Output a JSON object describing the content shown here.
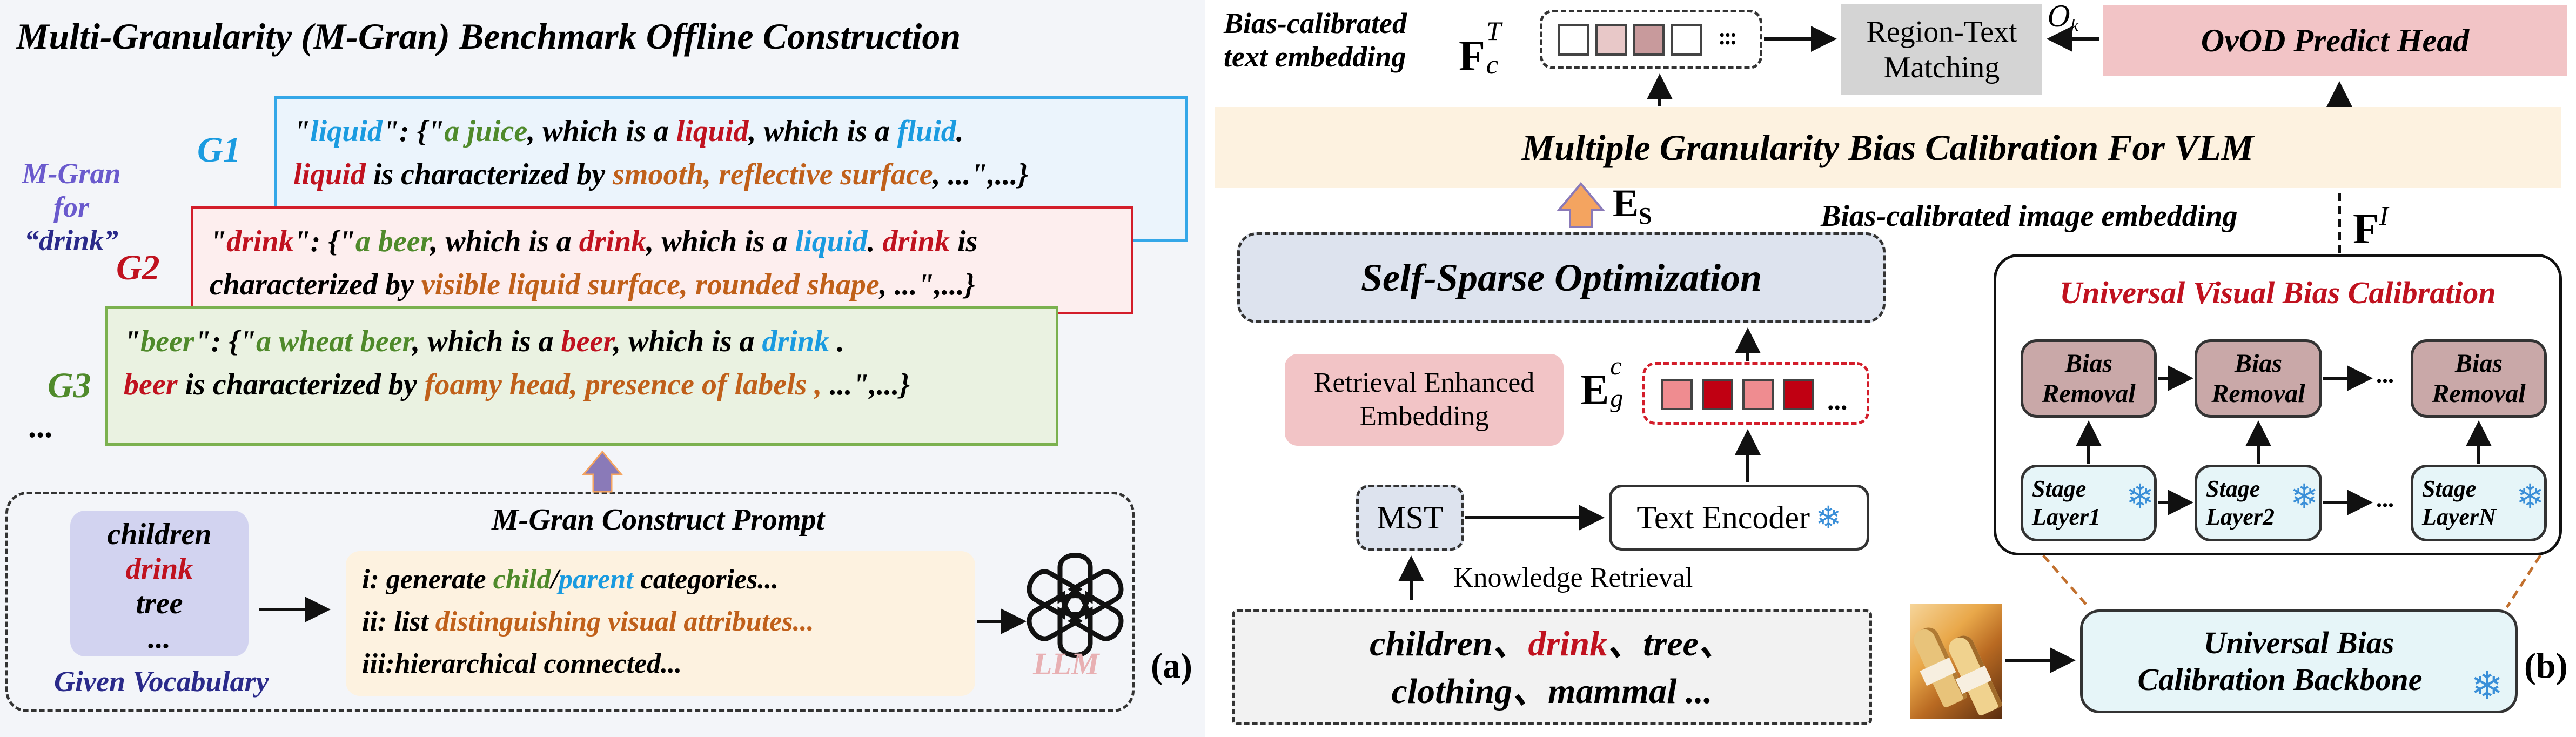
{
  "panel_a": {
    "title": "Multi-Granularity  (M-Gran) Benchmark  Offline Construction",
    "mgran_label_1": "M-Gran for",
    "mgran_label_2": "“drink”",
    "g1": "G1",
    "g2": "G2",
    "g3": "G3",
    "ellipsis": "...",
    "card1": {
      "line1": [
        [
          "\"",
          "#000"
        ],
        [
          "liquid",
          "#1a9be0"
        ],
        [
          "\": {\"",
          "#000"
        ],
        [
          "a juice",
          "#4f8a2b"
        ],
        [
          ", which is a ",
          "#000"
        ],
        [
          "liquid",
          "#c0121f"
        ],
        [
          ", which is a ",
          "#000"
        ],
        [
          "fluid",
          "#1a9be0"
        ],
        [
          ".",
          "#000"
        ]
      ],
      "line2": [
        [
          "liquid",
          "#c0121f"
        ],
        [
          " is characterized by ",
          "#000"
        ],
        [
          "smooth, reflective surface",
          "#c0601a"
        ],
        [
          ", ...\",...}",
          "#000"
        ]
      ]
    },
    "card2": {
      "line1": [
        [
          "\"",
          "#000"
        ],
        [
          "drink",
          "#c0121f"
        ],
        [
          "\": {\"",
          "#000"
        ],
        [
          "a beer",
          "#4f8a2b"
        ],
        [
          ", which is a ",
          "#000"
        ],
        [
          "drink",
          "#c0121f"
        ],
        [
          ", which is a ",
          "#000"
        ],
        [
          "liquid",
          "#1a9be0"
        ],
        [
          ".  ",
          "#000"
        ],
        [
          "drink",
          "#c0121f"
        ],
        [
          " is",
          "#000"
        ]
      ],
      "line2": [
        [
          "characterized by ",
          "#000"
        ],
        [
          "visible liquid surface, rounded shape",
          "#c0601a"
        ],
        [
          ", ...\",...}",
          "#000"
        ]
      ]
    },
    "card3": {
      "line1": [
        [
          "\"",
          "#000"
        ],
        [
          "beer",
          "#4f8a2b"
        ],
        [
          "\": {\"",
          "#000"
        ],
        [
          "a wheat beer",
          "#4f8a2b"
        ],
        [
          ", which is a ",
          "#000"
        ],
        [
          "beer",
          "#c0121f"
        ],
        [
          ", which is a ",
          "#000"
        ],
        [
          "drink",
          "#1a9be0"
        ],
        [
          " .",
          "#000"
        ]
      ],
      "line2": [
        [
          "beer",
          "#c0121f"
        ],
        [
          " is characterized by ",
          "#000"
        ],
        [
          "foamy head, presence of labels ,",
          "#c0601a"
        ],
        [
          " ...\",...}",
          "#000"
        ]
      ]
    },
    "vocab": {
      "items": [
        "children",
        "drink",
        "tree",
        "..."
      ],
      "label": "Given Vocabulary"
    },
    "prompt": {
      "title": "M-Gran  Construct Prompt",
      "line1": [
        [
          "i: generate ",
          "#000"
        ],
        [
          "child",
          "#4f8a2b"
        ],
        [
          "/",
          "#000"
        ],
        [
          "parent",
          "#1a9be0"
        ],
        [
          " categories...",
          "#000"
        ]
      ],
      "line2": [
        [
          "ii: list ",
          "#000"
        ],
        [
          "distinguishing visual attributes...",
          "#c0601a"
        ]
      ],
      "line3": [
        [
          "iii:hierarchical connected...",
          "#000"
        ]
      ]
    },
    "llm_label": "LLM",
    "panel_tag": "(a)"
  },
  "panel_b": {
    "bias_text_label_1": "Bias-calibrated",
    "bias_text_label_2": "text embedding",
    "ft_symbol": "F",
    "ft_sup": "T",
    "ft_sub": "c",
    "dots": ":::",
    "region_text_1": "Region-Text",
    "region_text_2": "Matching",
    "ok_symbol": "O",
    "ok_sub": "k",
    "ovod_head": "OvOD Predict Head",
    "mg_calib": "Multiple Granularity Bias Calibration For VLM",
    "es_symbol": "E",
    "es_sub": "S",
    "bias_image_label": "Bias-calibrated image embedding",
    "fi_symbol": "F",
    "fi_sup": "I",
    "self_sparse": "Self-Sparse Optimization",
    "retrieval_1": "Retrieval Enhanced",
    "retrieval_2": "Embedding",
    "egc_symbol": "E",
    "egc_sup": "c",
    "egc_sub": "g",
    "mst": "MST",
    "text_encoder": "Text Encoder",
    "knowledge_retrieval": "Knowledge Retrieval",
    "vocab_line1": [
      [
        "children",
        "#000"
      ],
      [
        "、",
        "#000"
      ],
      [
        "drink",
        "#c0121f"
      ],
      [
        "、",
        "#000"
      ],
      [
        "tree",
        "#000"
      ],
      [
        "、",
        "#000"
      ]
    ],
    "vocab_line2": [
      [
        "clothing",
        "#000"
      ],
      [
        "、",
        "#000"
      ],
      [
        "mammal ...",
        "#000"
      ]
    ],
    "uvbc_title": "Universal  Visual Bias Calibration",
    "bias_removal": [
      "Bias\nRemoval",
      "Bias\nRemoval",
      "Bias\nRemoval"
    ],
    "stage_layers": [
      "Stage\nLayer1",
      "Stage\nLayer2",
      "Stage\nLayerN"
    ],
    "backbone_1": "Universal Bias",
    "backbone_2": "Calibration Backbone",
    "panel_tag": "(b)"
  },
  "colors": {
    "blue": "#1a9be0",
    "red": "#c0121f",
    "green": "#4f8a2b",
    "orange": "#c0601a",
    "purple_label": "#6a5acd",
    "navy_label": "#2a2a8a",
    "pink_fill": "#f2c4c6",
    "gray_fill": "#d4d4d4",
    "cream": "#fdf2e0",
    "light_blue_fill": "#e6f5f8",
    "dark_red_cell": "#c00012"
  }
}
